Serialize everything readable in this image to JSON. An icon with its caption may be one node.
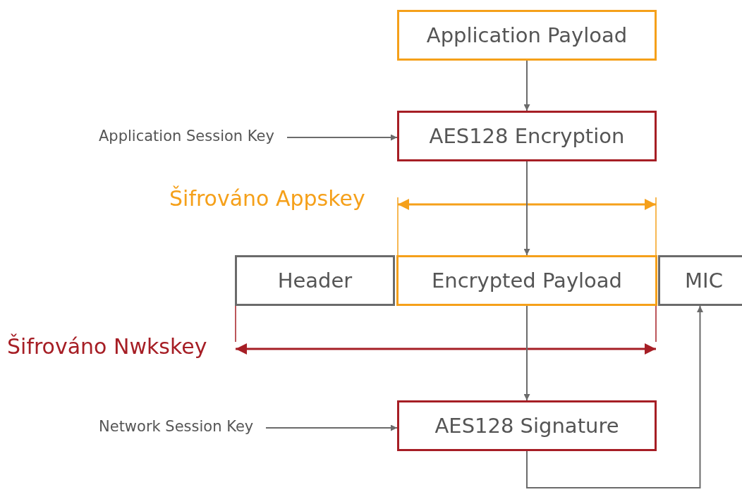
{
  "diagram": {
    "nodes": [
      {
        "text": [
          "Application Payload"
        ]
      },
      {
        "text": [
          "AES128 Encryption"
        ]
      },
      {
        "text": [
          "Application Session Key"
        ]
      },
      {
        "text": [
          "Header"
        ]
      },
      {
        "text": [
          "Encrypted Payload"
        ]
      },
      {
        "text": [
          "MIC"
        ]
      },
      {
        "text": [
          "AES128 Signature"
        ]
      },
      {
        "text": [
          "Network Session Key"
        ]
      }
    ],
    "edges": [
      {
        "from": 0,
        "to": 1,
        "arrow": "to"
      },
      {
        "from": 2,
        "to": 1,
        "arrow": "to"
      },
      {
        "from": 1,
        "to": 4,
        "arrow": "to"
      },
      {
        "from": 4,
        "to": 6,
        "arrow": "to"
      },
      {
        "from": 7,
        "to": 6,
        "arrow": "to"
      },
      {
        "from": 6,
        "to": 5,
        "arrow": "to"
      }
    ],
    "labels": [
      "Šifrováno Appskey",
      "Šifrováno Nwkskey"
    ]
  }
}
